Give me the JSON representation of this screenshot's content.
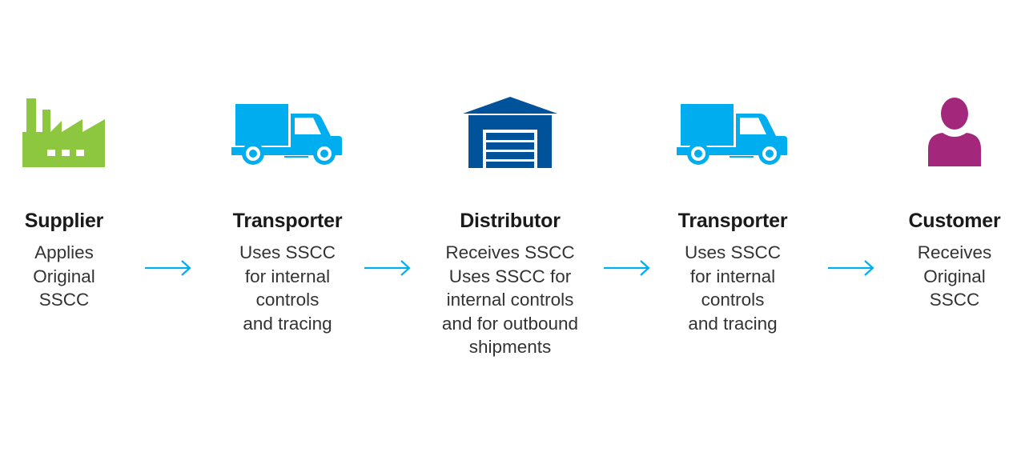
{
  "stages": [
    {
      "icon": "factory-icon",
      "title": "Supplier",
      "description": [
        "Applies",
        "Original",
        "SSCC"
      ]
    },
    {
      "icon": "truck-icon",
      "title": "Transporter",
      "description": [
        "Uses SSCC",
        "for internal",
        "controls",
        "and tracing"
      ]
    },
    {
      "icon": "warehouse-icon",
      "title": "Distributor",
      "description": [
        "Receives SSCC",
        "Uses SSCC for",
        "internal controls",
        "and for outbound",
        "shipments"
      ]
    },
    {
      "icon": "truck-icon",
      "title": "Transporter",
      "description": [
        "Uses SSCC",
        "for internal",
        "controls",
        "and tracing"
      ]
    },
    {
      "icon": "person-icon",
      "title": "Customer",
      "description": [
        "Receives",
        "Original",
        "SSCC"
      ]
    }
  ],
  "colors": {
    "factory": "#8dc63f",
    "truck": "#00aeef",
    "warehouse": "#00529b",
    "person": "#a3287c",
    "arrow": "#00aeef"
  }
}
